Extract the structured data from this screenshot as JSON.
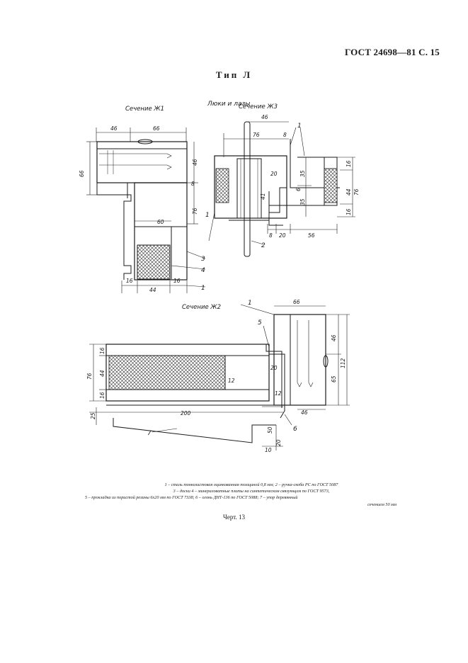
{
  "header": {
    "standard": "ГОСТ 24698—81 С. 15"
  },
  "type_title": "Тип Л",
  "figure": {
    "group_title": "Люки и лазы",
    "sections": {
      "zh1": "Сечение Ж1",
      "zh2": "Сечение Ж2",
      "zh3": "Сечение Ж3"
    },
    "dims_zh1": [
      "46",
      "66",
      "66",
      "46",
      "8",
      "76",
      "60",
      "16",
      "44",
      "16"
    ],
    "dims_zh3": [
      "46",
      "76",
      "8",
      "35",
      "35",
      "16",
      "44",
      "76",
      "16",
      "20",
      "6",
      "41",
      "8",
      "20",
      "56"
    ],
    "dims_zh2": [
      "66",
      "46",
      "112",
      "65",
      "16",
      "44",
      "76",
      "16",
      "12",
      "20",
      "12",
      "46",
      "25",
      "200",
      "50",
      "10",
      "20"
    ],
    "callouts": [
      "1",
      "2",
      "3",
      "4",
      "5",
      "6",
      "7"
    ]
  },
  "legend": {
    "line1": "1 – сталь тонколистовая оцинкованная толщиной 0,8 мм; 2 – ручка-скоба РС по ГОСТ 5087",
    "line2": "3 – доски 4 – минераловатные плиты на синтетическом связующем по ГОСТ 9573,",
    "line3": "5 – прокладка из пористой резины 6х20 мм по ГОСТ 7338; 6 – огонь ДНТ-136 по ГОСТ 5088; 7 – упор деревянный",
    "line4": "сечением 50 мм"
  },
  "caption": "Черт. 13",
  "colors": {
    "ink": "#1a1a1a",
    "paper": "#ffffff"
  }
}
